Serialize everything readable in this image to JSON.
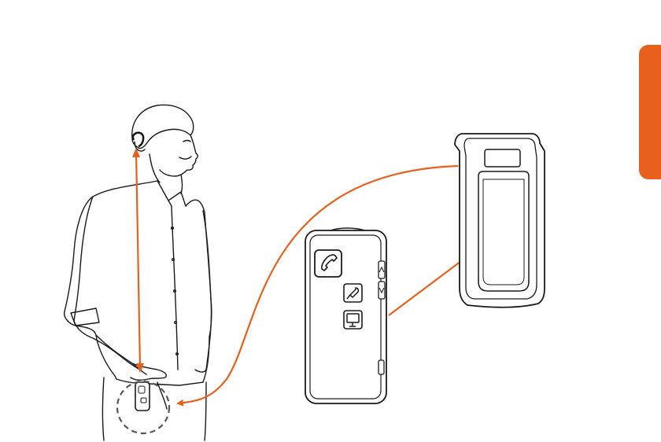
{
  "colors": {
    "accent": "#E8601C",
    "line": "#1a1a1a",
    "fill": "#ffffff",
    "dash": "#555555"
  },
  "icons": {
    "call_button": "phone-icon",
    "mic_button": "microphone-icon",
    "tv_button": "tv-monitor-icon",
    "volume_up": "arrow-up-icon",
    "volume_down": "arrow-down-icon"
  },
  "scene": {
    "person": "person-wearing-hearing-aid",
    "device": "remote-microphone-device",
    "clip": "belt-clip-holder"
  }
}
